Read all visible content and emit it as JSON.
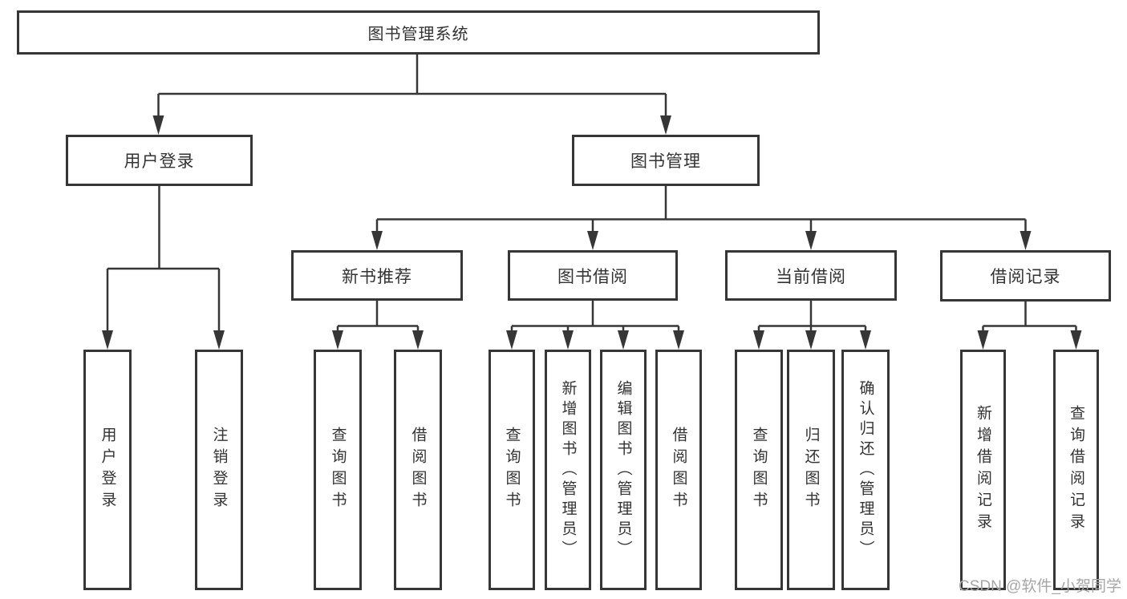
{
  "diagram": {
    "title": "图书管理系统",
    "type": "hierarchy-tree"
  },
  "nodes": {
    "root": {
      "label": "图书管理系统"
    },
    "level2": {
      "user_login": {
        "label": "用户登录"
      },
      "book_mgmt": {
        "label": "图书管理"
      }
    },
    "level3": {
      "new_book_rec": {
        "label": "新书推荐"
      },
      "book_borrow": {
        "label": "图书借阅"
      },
      "current_borrow": {
        "label": "当前借阅"
      },
      "borrow_records": {
        "label": "借阅记录"
      }
    },
    "leaves": {
      "user_login_leaf": {
        "label": "用户登录",
        "parent": "用户登录"
      },
      "logout_leaf": {
        "label": "注销登录",
        "parent": "用户登录"
      },
      "rec_query_book": {
        "label": "查询图书",
        "parent": "新书推荐"
      },
      "rec_borrow_book": {
        "label": "借阅图书",
        "parent": "新书推荐"
      },
      "bb_query_book": {
        "label": "查询图书",
        "parent": "图书借阅"
      },
      "bb_add_book": {
        "label": "新增图书（管理员）",
        "parent": "图书借阅"
      },
      "bb_edit_book": {
        "label": "编辑图书（管理员）",
        "parent": "图书借阅"
      },
      "bb_borrow_book": {
        "label": "借阅图书",
        "parent": "图书借阅"
      },
      "cb_query_book": {
        "label": "查询图书",
        "parent": "当前借阅"
      },
      "cb_return_book": {
        "label": "归还图书",
        "parent": "当前借阅"
      },
      "cb_confirm_return": {
        "label": "确认归还（管理员）",
        "parent": "当前借阅"
      },
      "br_add_record": {
        "label": "新增借阅记录",
        "parent": "借阅记录"
      },
      "br_query_record": {
        "label": "查询借阅记录",
        "parent": "借阅记录"
      }
    }
  },
  "watermark": {
    "text": "CSDN @软件_小贺同学"
  },
  "colors": {
    "line": "#363636",
    "box_border": "#363636",
    "text": "#333333",
    "background": "#ffffff",
    "watermark": "#a6a6a6"
  }
}
